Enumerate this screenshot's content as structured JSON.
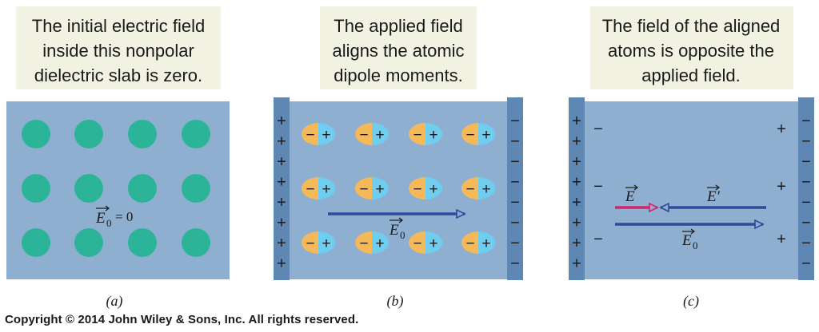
{
  "panel_a": {
    "caption_lines": [
      "The initial electric field",
      "inside this nonpolar",
      "dielectric slab is zero."
    ],
    "field_label": "E",
    "field_subscript": "0",
    "field_equals": "= 0",
    "label": "(a)"
  },
  "panel_b": {
    "caption_lines": [
      "The applied field",
      "aligns the atomic",
      "dipole moments."
    ],
    "field_label": "E",
    "field_subscript": "0",
    "label": "(b)"
  },
  "panel_c": {
    "caption_lines": [
      "The field of the aligned",
      "atoms is opposite the",
      "applied field."
    ],
    "net_field_label": "E",
    "induced_field_label": "E′",
    "applied_field_label": "E",
    "applied_field_subscript": "0",
    "label": "(c)"
  },
  "signs": {
    "plus": "+",
    "minus": "−"
  },
  "copyright": "Copyright © 2014 John Wiley & Sons, Inc. All rights reserved.",
  "colors": {
    "slab": "#8fafd0",
    "plate": "#5f87b3",
    "caption_bg": "#f2f2e3",
    "atom": "#2bb497",
    "dipole_negative": "#f5b95a",
    "dipole_positive": "#6fcdf0",
    "field_arrow": "#2e4a9a",
    "net_arrow": "#d2246d"
  }
}
